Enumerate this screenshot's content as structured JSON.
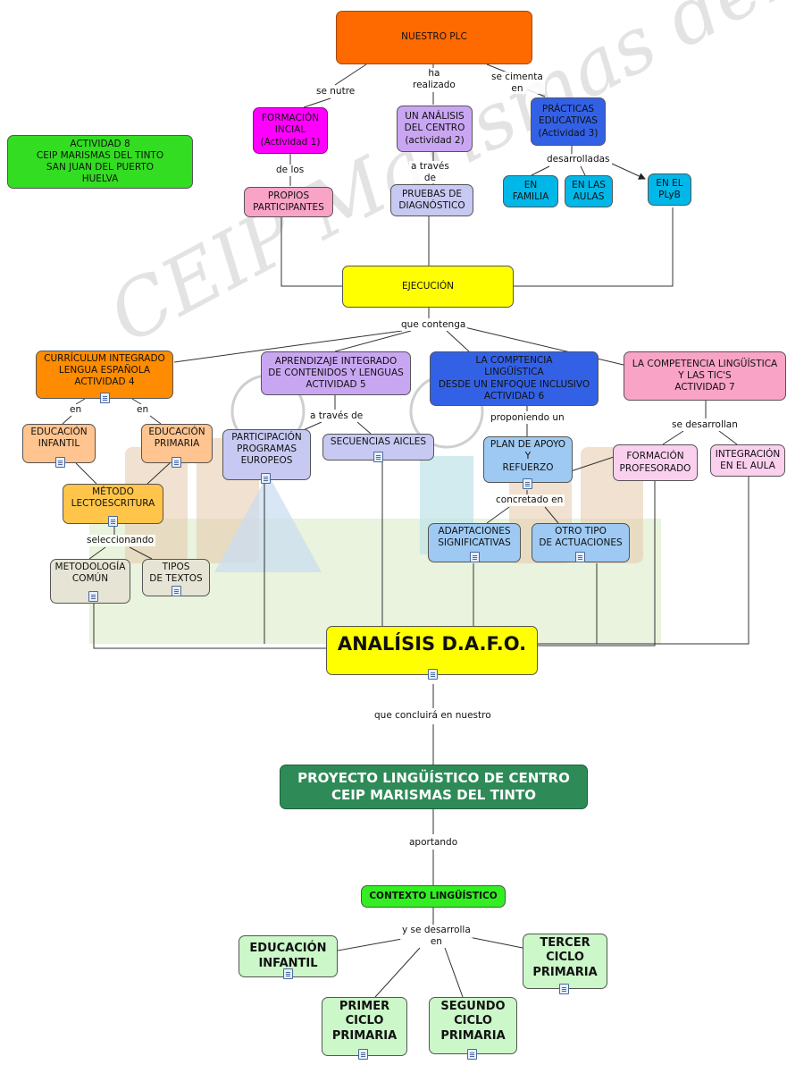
{
  "diagram": {
    "nodes": {
      "plc": "NUESTRO PLC",
      "formacion_inicial": "FORMACIÓN\nINCIAL\n(Actividad 1)",
      "analisis_centro": "UN ANÁLISIS\nDEL CENTRO\n(actividad 2)",
      "practicas": "PRÁCTICAS\nEDUCATIVAS\n(Actividad 3)",
      "actividad8": "ACTIVIDAD 8\nCEIP MARISMAS DEL TINTO\nSAN JUAN DEL PUERTO\nHUELVA",
      "propios": "PROPIOS\nPARTICIPANTES",
      "pruebas": "PRUEBAS DE\nDIAGNÓSTICO",
      "en_familia": "EN\nFAMILIA",
      "en_aulas": "EN LAS\nAULAS",
      "en_plyb": "EN EL\nPLyB",
      "ejecucion": "EJECUCIÓN",
      "curriculum": "CURRÍCULUM INTEGRADO\nLENGUA ESPAÑOLA\nACTIVIDAD 4",
      "aicle": "APRENDIZAJE INTEGRADO\nDE CONTENIDOS Y LENGUAS\nACTIVIDAD 5",
      "competencia_ling": "LA COMPTENCIA\nLINGÜÍSTICA\nDESDE UN ENFOQUE INCLUSIVO\nACTIVIDAD 6",
      "competencia_tic": "LA COMPETENCIA LINGÜÍSTICA\nY LAS TIC'S\nACTIVIDAD 7",
      "ed_infantil": "EDUCACIÓN\nINFANTIL",
      "ed_primaria": "EDUCACIÓN\nPRIMARIA",
      "participacion": "PARTICIPACIÓN\nPROGRAMAS\nEUROPEOS",
      "secuencias": "SECUENCIAS AICLES",
      "plan_apoyo": "PLAN DE APOYO\nY\nREFUERZO",
      "formacion_prof": "FORMACIÓN\nPROFESORADO",
      "integracion": "INTEGRACIÓN\nEN EL AULA",
      "metodo": "MÉTODO\nLECTOESCRITURA",
      "adaptaciones": "ADAPTACIONES\nSIGNIFICATIVAS",
      "otro_tipo": "OTRO TIPO\nDE ACTUACIONES",
      "metodologia": "METODOLOGÍA\nCOMÚN",
      "tipos_textos": "TIPOS\nDE TEXTOS",
      "dafo": "ANALÍSIS D.A.F.O.",
      "proyecto": "PROYECTO LINGÜÍSTICO DE CENTRO\nCEIP MARISMAS DEL TINTO",
      "contexto": "CONTEXTO LINGÜÍSTICO",
      "ei_final": "EDUCACIÓN\nINFANTIL",
      "tercer": "TERCER\nCICLO\nPRIMARIA",
      "primer": "PRIMER\nCICLO\nPRIMARIA",
      "segundo": "SEGUNDO\nCICLO\nPRIMARIA"
    },
    "links": {
      "se_nutre": "se nutre",
      "ha_realizado": "ha\nrealizado",
      "se_cimenta": "se cimenta\nen",
      "de_los": "de los",
      "a_traves_de_1": "a través\nde",
      "desarrolladas": "desarrolladas",
      "que_contenga": "que contenga",
      "en_1": "en",
      "en_2": "en",
      "a_traves_de_2": "a través de",
      "proponiendo_un": "proponiendo un",
      "se_desarrollan": "se desarrollan",
      "concretado_en": "concretado en",
      "seleccionando": "seleccionando",
      "que_concluira": "que concluirá en nuestro",
      "aportando": "aportando",
      "y_se_desarrolla": "y se desarrolla\nen"
    },
    "watermark": "CEIP Marismas del Tinto",
    "colors": {
      "orange_red": "#ff6a00",
      "magenta": "#ff00ff",
      "lavender": "#c9a6f2",
      "blue": "#3361e6",
      "green_bright": "#33dd22",
      "pink": "#f9a3c6",
      "light_blue": "#c7c9f2",
      "cyan": "#00b7e8",
      "yellow": "#ffff00",
      "orange": "#ff8c00",
      "peach": "#ffc48f",
      "sky": "#9ec9f2",
      "light_pink": "#fbd0ef",
      "gold": "#ffc54a",
      "beige": "#e6e5d5",
      "dark_green": "#2e8b57",
      "mint": "#ccf7c9",
      "lime": "#33ee22"
    }
  }
}
